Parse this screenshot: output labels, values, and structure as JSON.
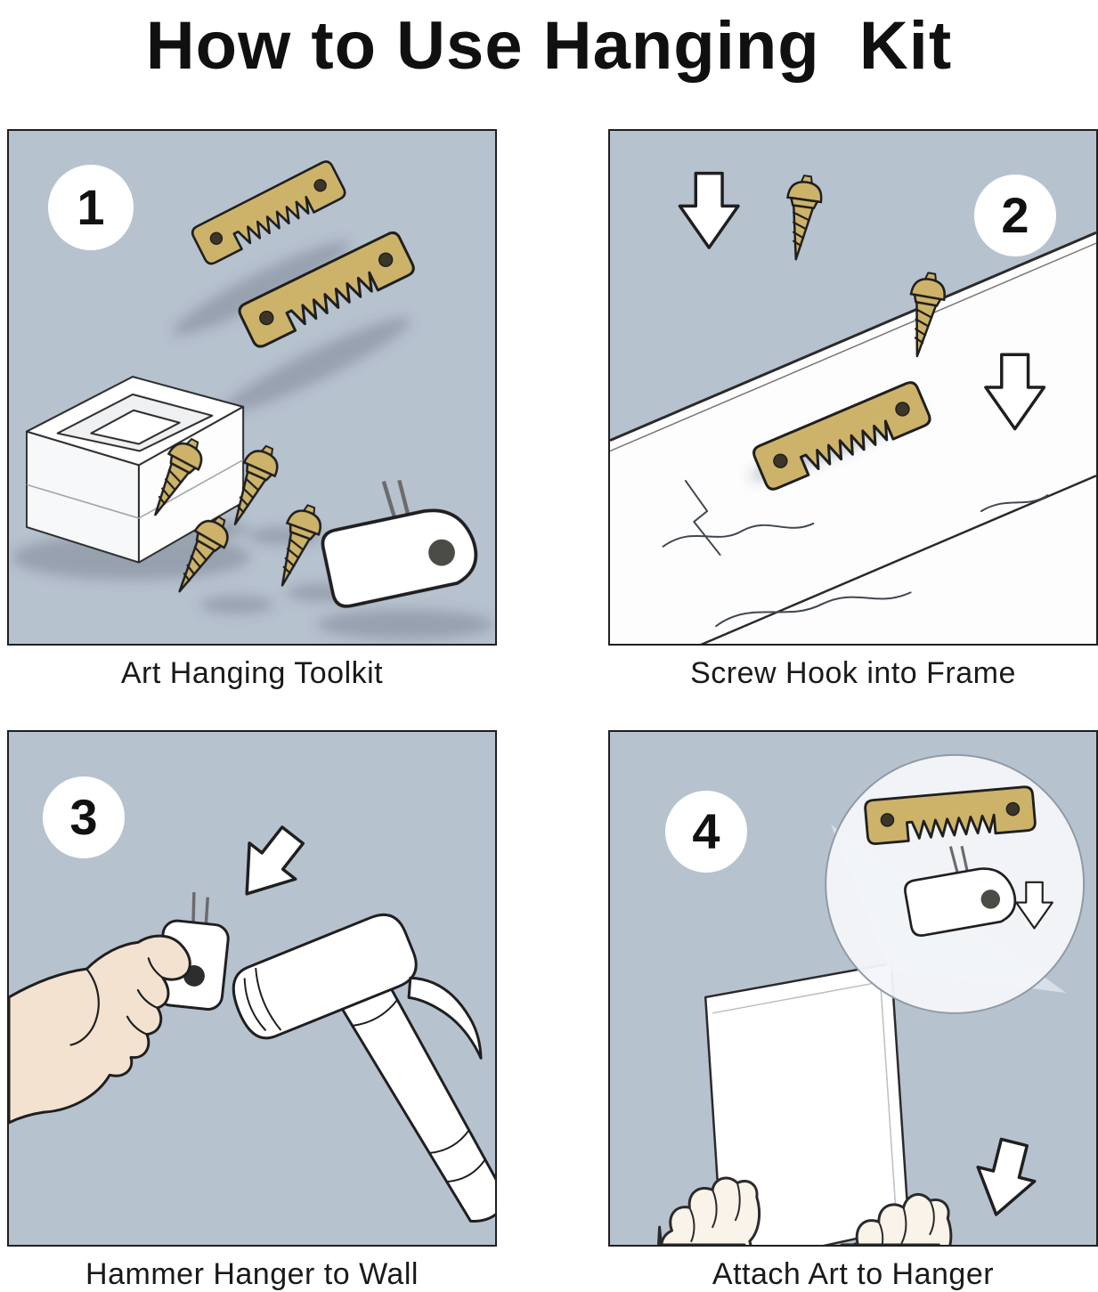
{
  "title": "How to Use Hanging  Kit",
  "steps": [
    {
      "number": "1",
      "caption": "Art Hanging Toolkit"
    },
    {
      "number": "2",
      "caption": "Screw Hook into Frame"
    },
    {
      "number": "3",
      "caption": "Hammer Hanger to Wall"
    },
    {
      "number": "4",
      "caption": "Attach Art to Hanger"
    }
  ],
  "icons": {
    "arrow": "block-arrow-down",
    "hanger": "sawtooth-hanger",
    "screw": "brass-screw",
    "hook": "plastic-wall-hook"
  },
  "colors": {
    "panel_bg": "#b7c2cf",
    "brass": "#cdb369",
    "outline": "#1f1f1f",
    "paper": "#ffffff",
    "skin": "#f3e2cf",
    "caption_text": "#1a1a1a"
  }
}
